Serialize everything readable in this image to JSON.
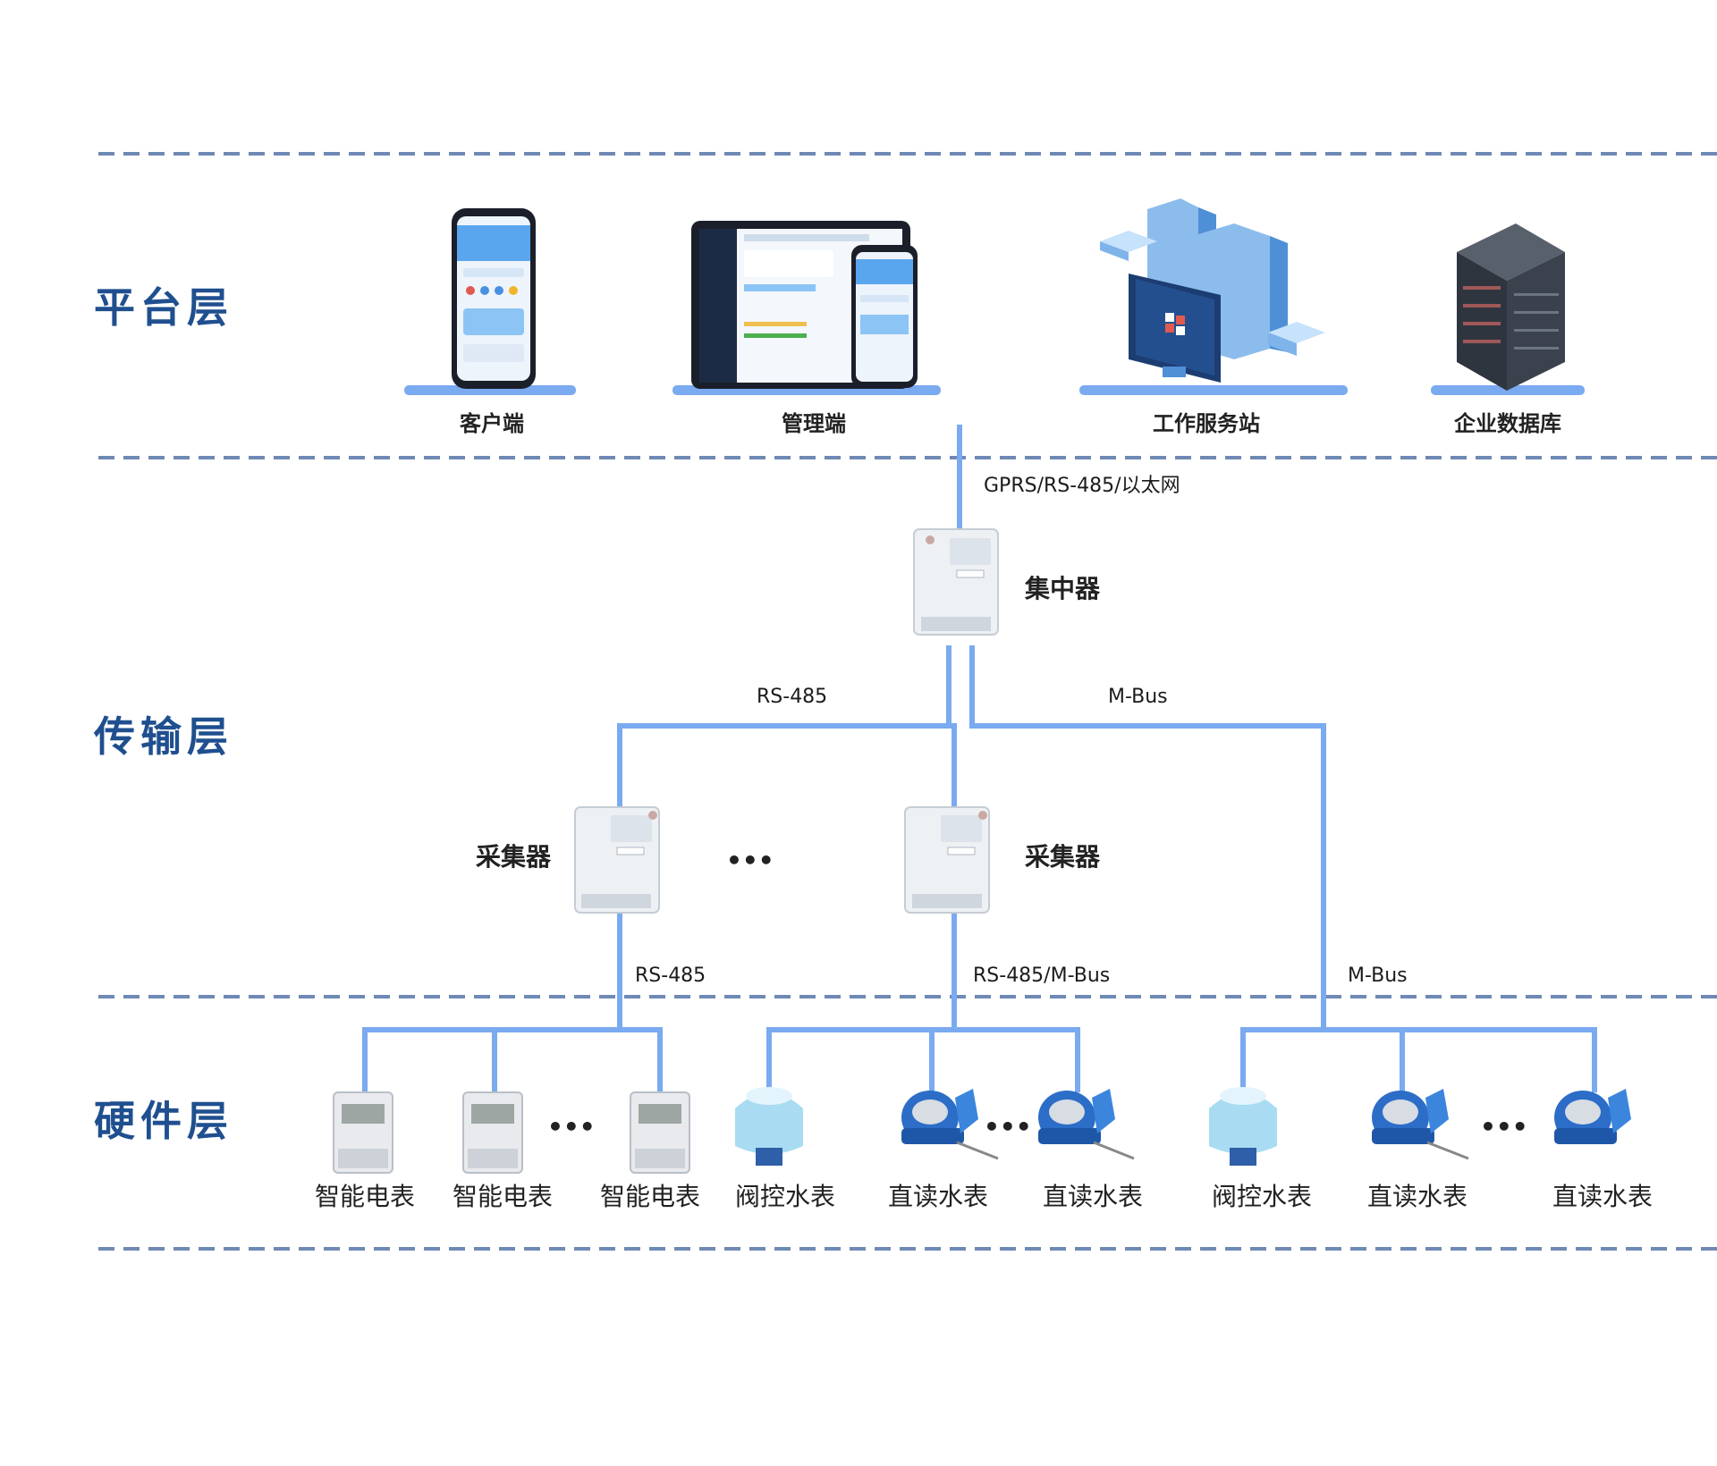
{
  "colors": {
    "layer_title": "#1f4f8f",
    "separator": "#6f89b5",
    "wire": "#7aaaf0",
    "meter_body": "#3a7fd6",
    "valve_body": "#9fd8f0"
  },
  "layers": {
    "platform": "平台层",
    "transport": "传输层",
    "hardware": "硬件层"
  },
  "platform": {
    "client": "客户端",
    "admin": "管理端",
    "workstation": "工作服务站",
    "database": "企业数据库"
  },
  "links": {
    "uplink": "GPRS/RS-485/以太网",
    "rs485_left": "RS-485",
    "mbus_right": "M-Bus",
    "rs485_collector": "RS-485",
    "rs485_mbus": "RS-485/M-Bus",
    "mbus_lower": "M-Bus"
  },
  "transport": {
    "concentrator": "集中器",
    "collector_left": "采集器",
    "collector_right": "采集器",
    "ellipsis": "•••"
  },
  "hardware": {
    "smart_meter_1": "智能电表",
    "smart_meter_2": "智能电表",
    "smart_meter_3": "智能电表",
    "valve_meter_1": "阀控水表",
    "direct_meter_1": "直读水表",
    "direct_meter_2": "直读水表",
    "valve_meter_2": "阀控水表",
    "direct_meter_3": "直读水表",
    "direct_meter_4": "直读水表",
    "ellipsis": "•••"
  }
}
